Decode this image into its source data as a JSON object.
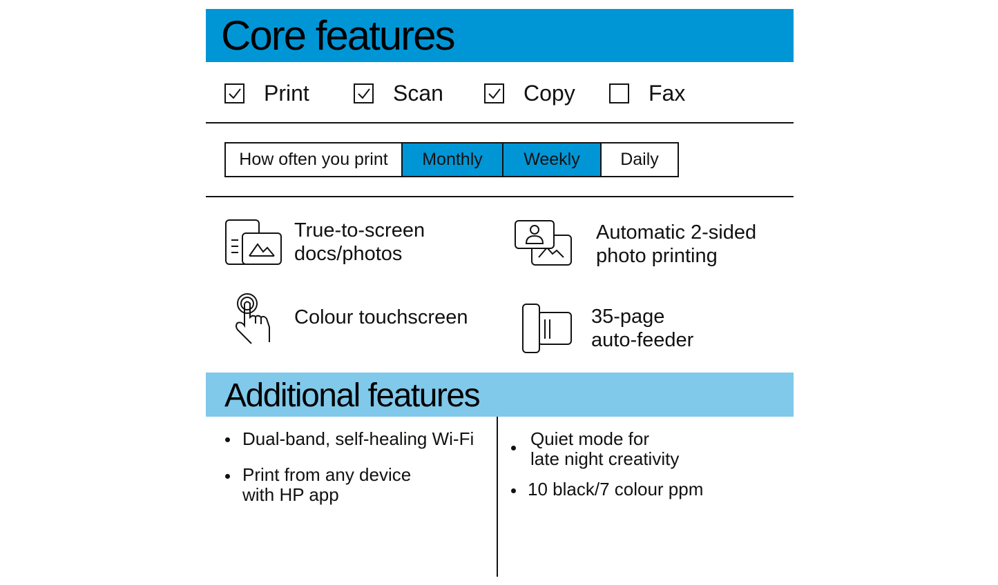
{
  "core": {
    "title": "Core features",
    "functions": [
      {
        "label": "Print",
        "checked": true
      },
      {
        "label": "Scan",
        "checked": true
      },
      {
        "label": "Copy",
        "checked": true
      },
      {
        "label": "Fax",
        "checked": false
      }
    ],
    "frequency": {
      "label": "How often you print",
      "options": [
        {
          "label": "Monthly",
          "selected": true
        },
        {
          "label": "Weekly",
          "selected": true
        },
        {
          "label": "Daily",
          "selected": false
        }
      ]
    },
    "features": [
      {
        "icon": "docs-photos-icon",
        "text": "True-to-screen\ndocs/photos"
      },
      {
        "icon": "two-sided-photo-icon",
        "text": "Automatic 2-sided\nphoto printing"
      },
      {
        "icon": "touch-hand-icon",
        "text": "Colour touchscreen"
      },
      {
        "icon": "auto-feeder-icon",
        "text": "35-page\nauto-feeder"
      }
    ]
  },
  "additional": {
    "title": "Additional features",
    "left": [
      "Dual-band, self-healing Wi-Fi",
      "Print from any device\nwith HP app"
    ],
    "right": [
      "Quiet mode for\nlate night creativity",
      "10 black/7 colour ppm"
    ]
  },
  "colors": {
    "core_header": "#0096d6",
    "additional_header": "#80c9ea",
    "selected_frequency": "#0096d6"
  }
}
